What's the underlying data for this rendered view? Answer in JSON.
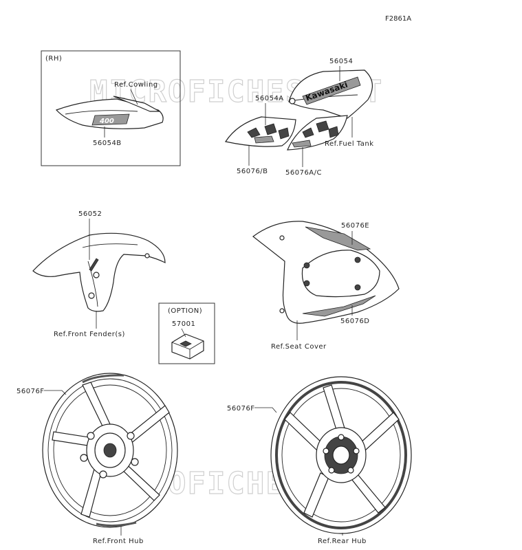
{
  "figure_code": "F2861A",
  "watermark": "MICROFICHES.NET",
  "rh_box": {
    "tag": "(RH)",
    "ref_label": "Ref.Cowling",
    "part_label": "56054B",
    "emblem_text": "400"
  },
  "tank": {
    "part_top": "56054",
    "part_left": "56054A",
    "ref_label": "Ref.Fuel Tank",
    "part_bottom_left": "56076/B",
    "part_bottom_right": "56076A/C",
    "logo_text": "Kawasaki"
  },
  "fender": {
    "part_label": "56052",
    "ref_label": "Ref.Front Fender(s)"
  },
  "option_box": {
    "tag": "(OPTION)",
    "part_label": "57001"
  },
  "seat": {
    "part_top": "56076E",
    "part_bottom": "56076D",
    "ref_label": "Ref.Seat Cover"
  },
  "front_wheel": {
    "part_label": "56076F",
    "ref_label": "Ref.Front Hub"
  },
  "rear_wheel": {
    "part_label": "56076F",
    "ref_label": "Ref.Rear Hub"
  }
}
